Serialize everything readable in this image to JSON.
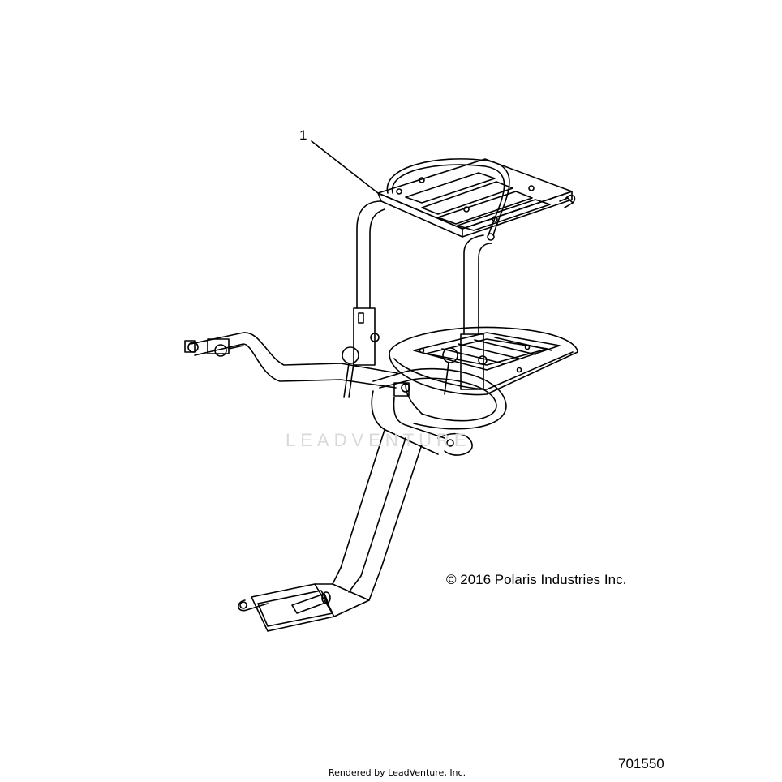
{
  "diagram": {
    "callouts": [
      {
        "label": "1"
      }
    ],
    "copyright": "© 2016 Polaris Industries Inc.",
    "watermark": "LEADVENTURE",
    "footer_text": "Rendered by LeadVenture, Inc.",
    "diagram_number": "701550",
    "colors": {
      "line": "#000000",
      "background": "#ffffff",
      "watermark": "#d9d9d9"
    }
  }
}
